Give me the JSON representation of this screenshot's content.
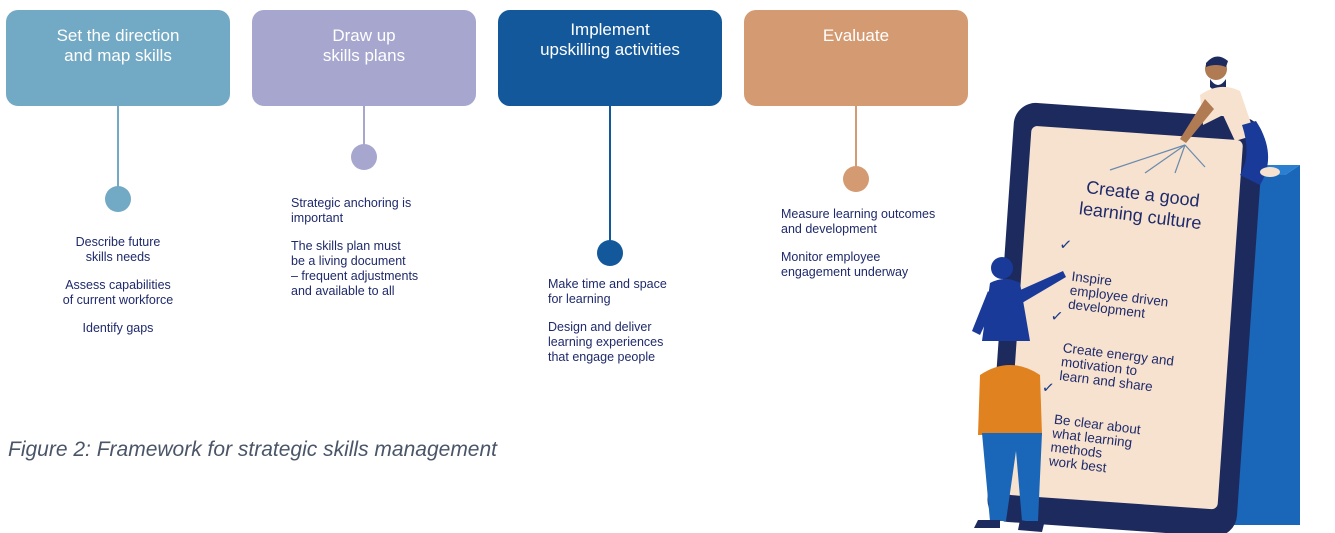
{
  "colors": {
    "step1": "#72a9c4",
    "step2": "#a6a6cf",
    "step3": "#13589a",
    "step4": "#d49a72",
    "text": "#1f2a6b"
  },
  "steps": [
    {
      "title": "Set the direction\nand map skills",
      "bullets": [
        "Describe future\nskills needs",
        "Assess capabilities\nof current workforce",
        "Identify gaps"
      ]
    },
    {
      "title": "Draw up\nskills plans",
      "bullets": [
        "Strategic anchoring is\nimportant",
        "The skills plan must\nbe a living document\n– frequent adjustments\nand available to all"
      ]
    },
    {
      "title": "Implement\nupskilling activities",
      "bullets": [
        "Make time and space\nfor learning",
        "Design and deliver\nlearning experiences\nthat engage people"
      ]
    },
    {
      "title": "Evaluate",
      "bullets": [
        "Measure learning outcomes\nand development",
        "Monitor employee\nengagement underway"
      ]
    }
  ],
  "caption": "Figure 2: Framework for strategic skills management",
  "culture": {
    "title": "Create a good learning culture",
    "items": [
      "Inspire\nemployee driven\ndevelopment",
      "Create energy and\nmotivation to\nlearn and share",
      "Be clear about\nwhat learning\nmethods\nwork best"
    ],
    "check_icon": "checkmark-icon"
  }
}
